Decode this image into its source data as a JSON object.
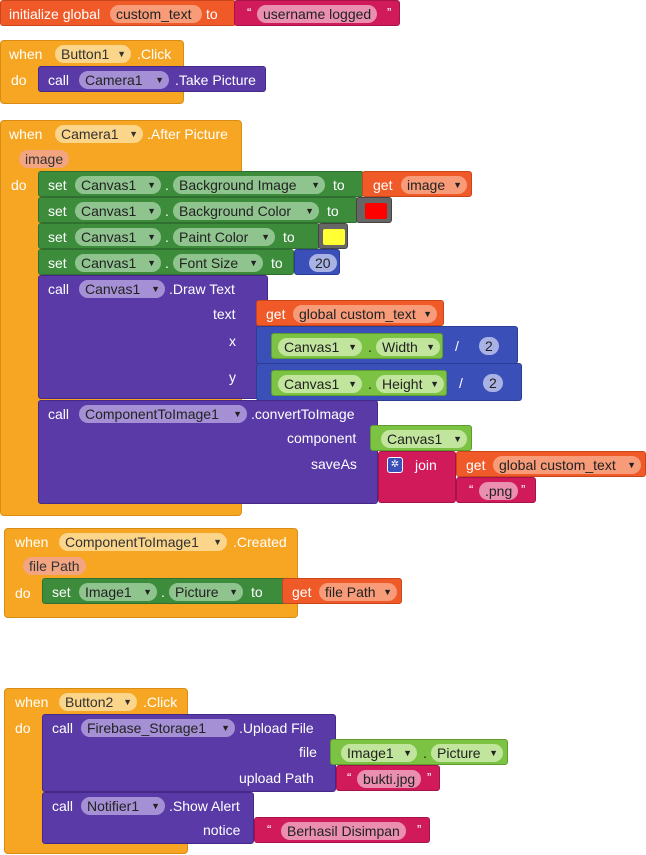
{
  "init": {
    "label": "initialize global",
    "var": "custom_text",
    "to": "to",
    "value": "username logged"
  },
  "b1": {
    "when": "when",
    "comp": "Button1",
    "event": ".Click",
    "do": "do",
    "call": "call",
    "cam": "Camera1",
    "method": ".Take Picture"
  },
  "cam": {
    "when": "when",
    "comp": "Camera1",
    "event": ".After Picture",
    "param": "image",
    "do": "do",
    "set": "set",
    "to": "to",
    "get": "get",
    "canvas": "Canvas1",
    "rows": [
      {
        "prop": "Background Image",
        "val": "image"
      },
      {
        "prop": "Background Color"
      },
      {
        "prop": "Paint Color"
      },
      {
        "prop": "Font Size",
        "val": "20"
      }
    ],
    "draw": {
      "call": "call",
      "method": ".Draw Text",
      "text": "text",
      "x": "x",
      "y": "y",
      "gvar": "global custom_text",
      "width": "Width",
      "height": "Height",
      "div": "/",
      "two": "2"
    },
    "conv": {
      "call": "call",
      "comp": "ComponentToImage1",
      "method": ".convertToImage",
      "component": "component",
      "saveas": "saveAs",
      "join": "join",
      "gvar": "global custom_text",
      "png": ".png"
    }
  },
  "created": {
    "when": "when",
    "comp": "ComponentToImage1",
    "event": ".Created",
    "param": "file Path",
    "do": "do",
    "set": "set",
    "img": "Image1",
    "prop": "Picture",
    "to": "to",
    "get": "get",
    "var": "file Path"
  },
  "b2": {
    "when": "when",
    "comp": "Button2",
    "event": ".Click",
    "do": "do",
    "call": "call",
    "fb": "Firebase_Storage1",
    "method": ".Upload File",
    "file": "file",
    "img": "Image1",
    "prop": "Picture",
    "upath": "upload Path",
    "path": "bukti.jpg",
    "ncomp": "Notifier1",
    "nmethod": ".Show Alert",
    "notice": "notice",
    "msg": "Berhasil Disimpan"
  },
  "colors": {
    "event": "#f6a623",
    "setter": "#3c8c3c",
    "procedure": "#5a3aa6",
    "variable": "#f05a28",
    "math": "#3b4fb8",
    "component": "#7cc243",
    "text": "#d11a5a",
    "red": "#ff0000",
    "yellow": "#ffff33"
  }
}
